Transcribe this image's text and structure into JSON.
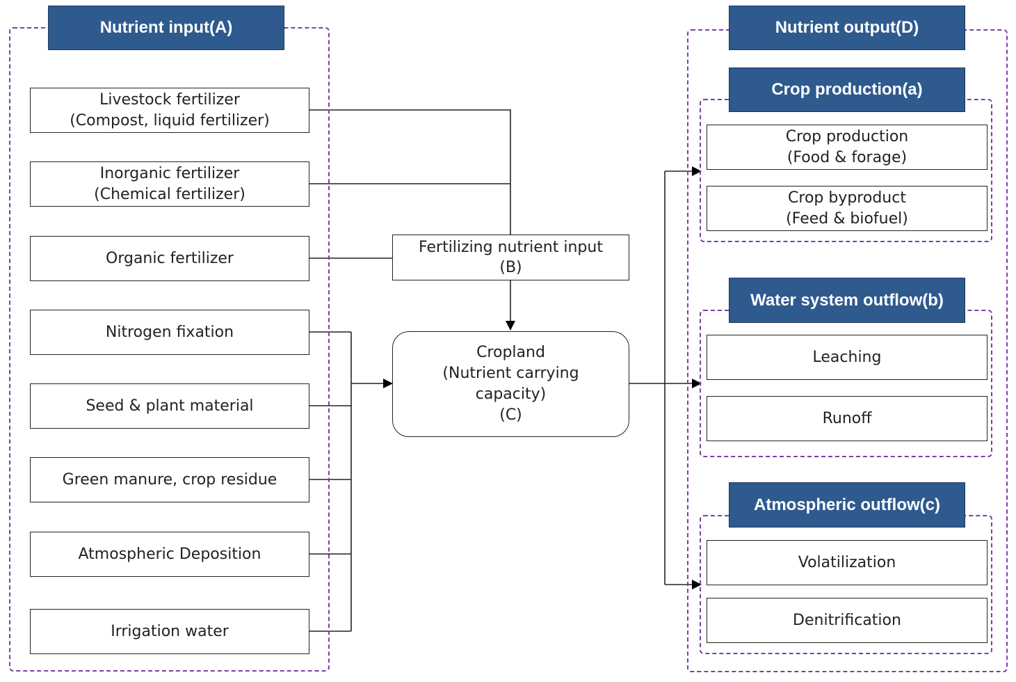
{
  "nutrient_input": {
    "title": "Nutrient input(A)",
    "items": [
      {
        "line1": "Livestock fertilizer",
        "line2": "(Compost, liquid fertilizer)"
      },
      {
        "line1": "Inorganic fertilizer",
        "line2": "(Chemical fertilizer)"
      },
      {
        "line1": "Organic fertilizer",
        "line2": ""
      },
      {
        "line1": "Nitrogen fixation",
        "line2": ""
      },
      {
        "line1": "Seed & plant material",
        "line2": ""
      },
      {
        "line1": "Green manure, crop residue",
        "line2": ""
      },
      {
        "line1": "Atmospheric Deposition",
        "line2": ""
      },
      {
        "line1": "Irrigation water",
        "line2": ""
      }
    ]
  },
  "fertilizing": {
    "line1": "Fertilizing nutrient input",
    "line2": "(B)"
  },
  "cropland": {
    "line1": "Cropland",
    "line2": "(Nutrient carrying",
    "line3": "capacity)",
    "line4": "(C)"
  },
  "nutrient_output": {
    "title": "Nutrient output(D)",
    "crop_production": {
      "title": "Crop production(a)",
      "items": [
        {
          "line1": "Crop production",
          "line2": "(Food & forage)"
        },
        {
          "line1": "Crop byproduct",
          "line2": "(Feed & biofuel)"
        }
      ]
    },
    "water_outflow": {
      "title": "Water system outflow(b)",
      "items": [
        {
          "line1": "Leaching"
        },
        {
          "line1": "Runoff"
        }
      ]
    },
    "atmospheric_outflow": {
      "title": "Atmospheric outflow(c)",
      "items": [
        {
          "line1": "Volatilization"
        },
        {
          "line1": "Denitrification"
        }
      ]
    }
  },
  "colors": {
    "header_fill": "#2e5a8e",
    "group_border": "#7a3fa6"
  }
}
